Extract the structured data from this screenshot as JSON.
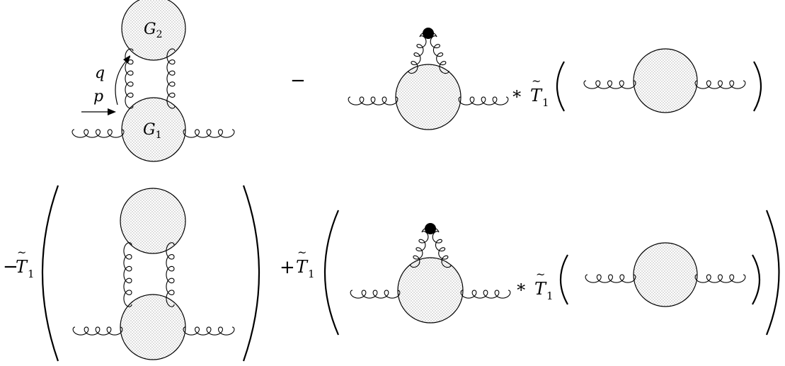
{
  "labels": {
    "blob_upper": "G",
    "blob_upper_sub": "2",
    "blob_lower": "G",
    "blob_lower_sub": "1",
    "momentum_q": "q",
    "momentum_p": "p"
  },
  "operators": {
    "minus": "−",
    "star": "∗",
    "T": "T",
    "tilde": "~",
    "T_sub": "1",
    "plus": "+"
  }
}
